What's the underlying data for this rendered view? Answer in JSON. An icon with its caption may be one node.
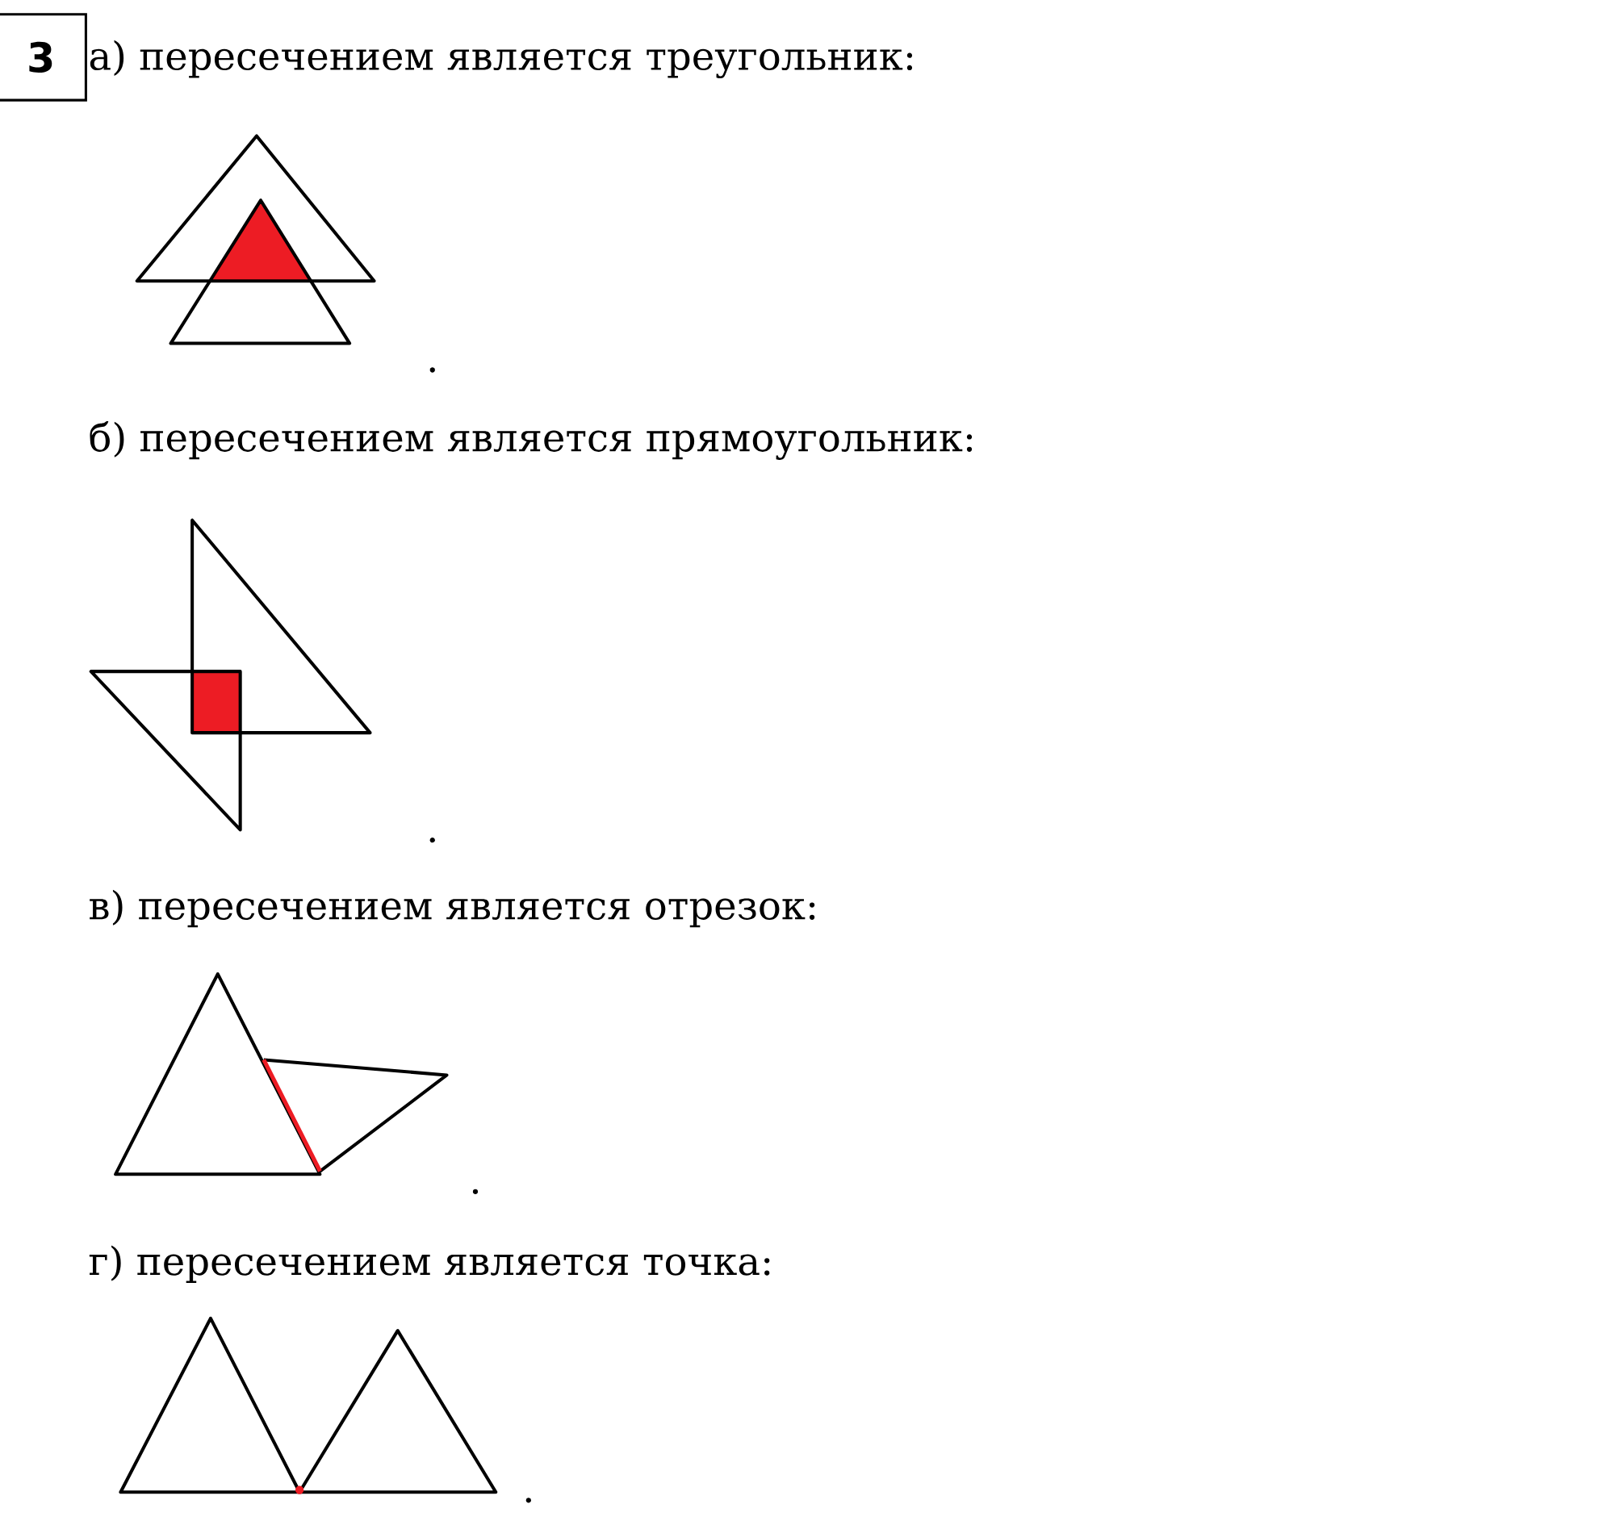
{
  "diagram": {
    "labels": [
      "3",
      "а) пересечением является треугольник:",
      ".",
      "б) пересечением является прямоугольник:",
      ".",
      "в) пересечением является отрезок:",
      ".",
      "г) пересечением является точка:",
      "."
    ]
  }
}
